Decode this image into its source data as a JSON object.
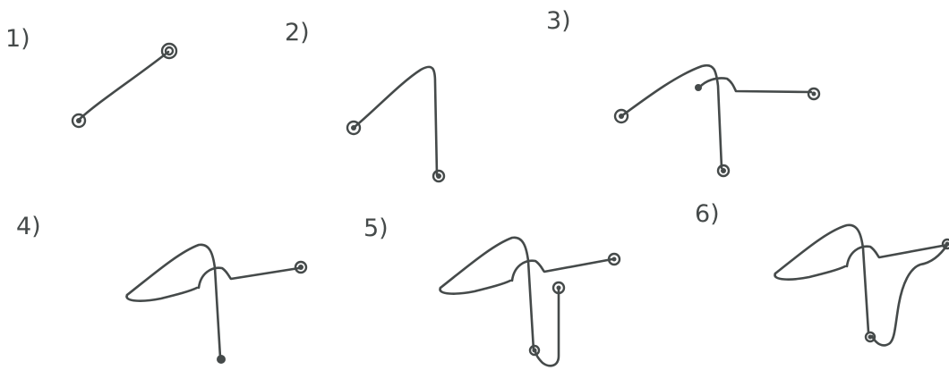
{
  "steps": [
    {
      "label": "1)"
    },
    {
      "label": "2)"
    },
    {
      "label": "3)"
    },
    {
      "label": "4)"
    },
    {
      "label": "5)"
    },
    {
      "label": "6)"
    }
  ],
  "colors": {
    "ink": "#454a4a",
    "background": "#ffffff"
  }
}
